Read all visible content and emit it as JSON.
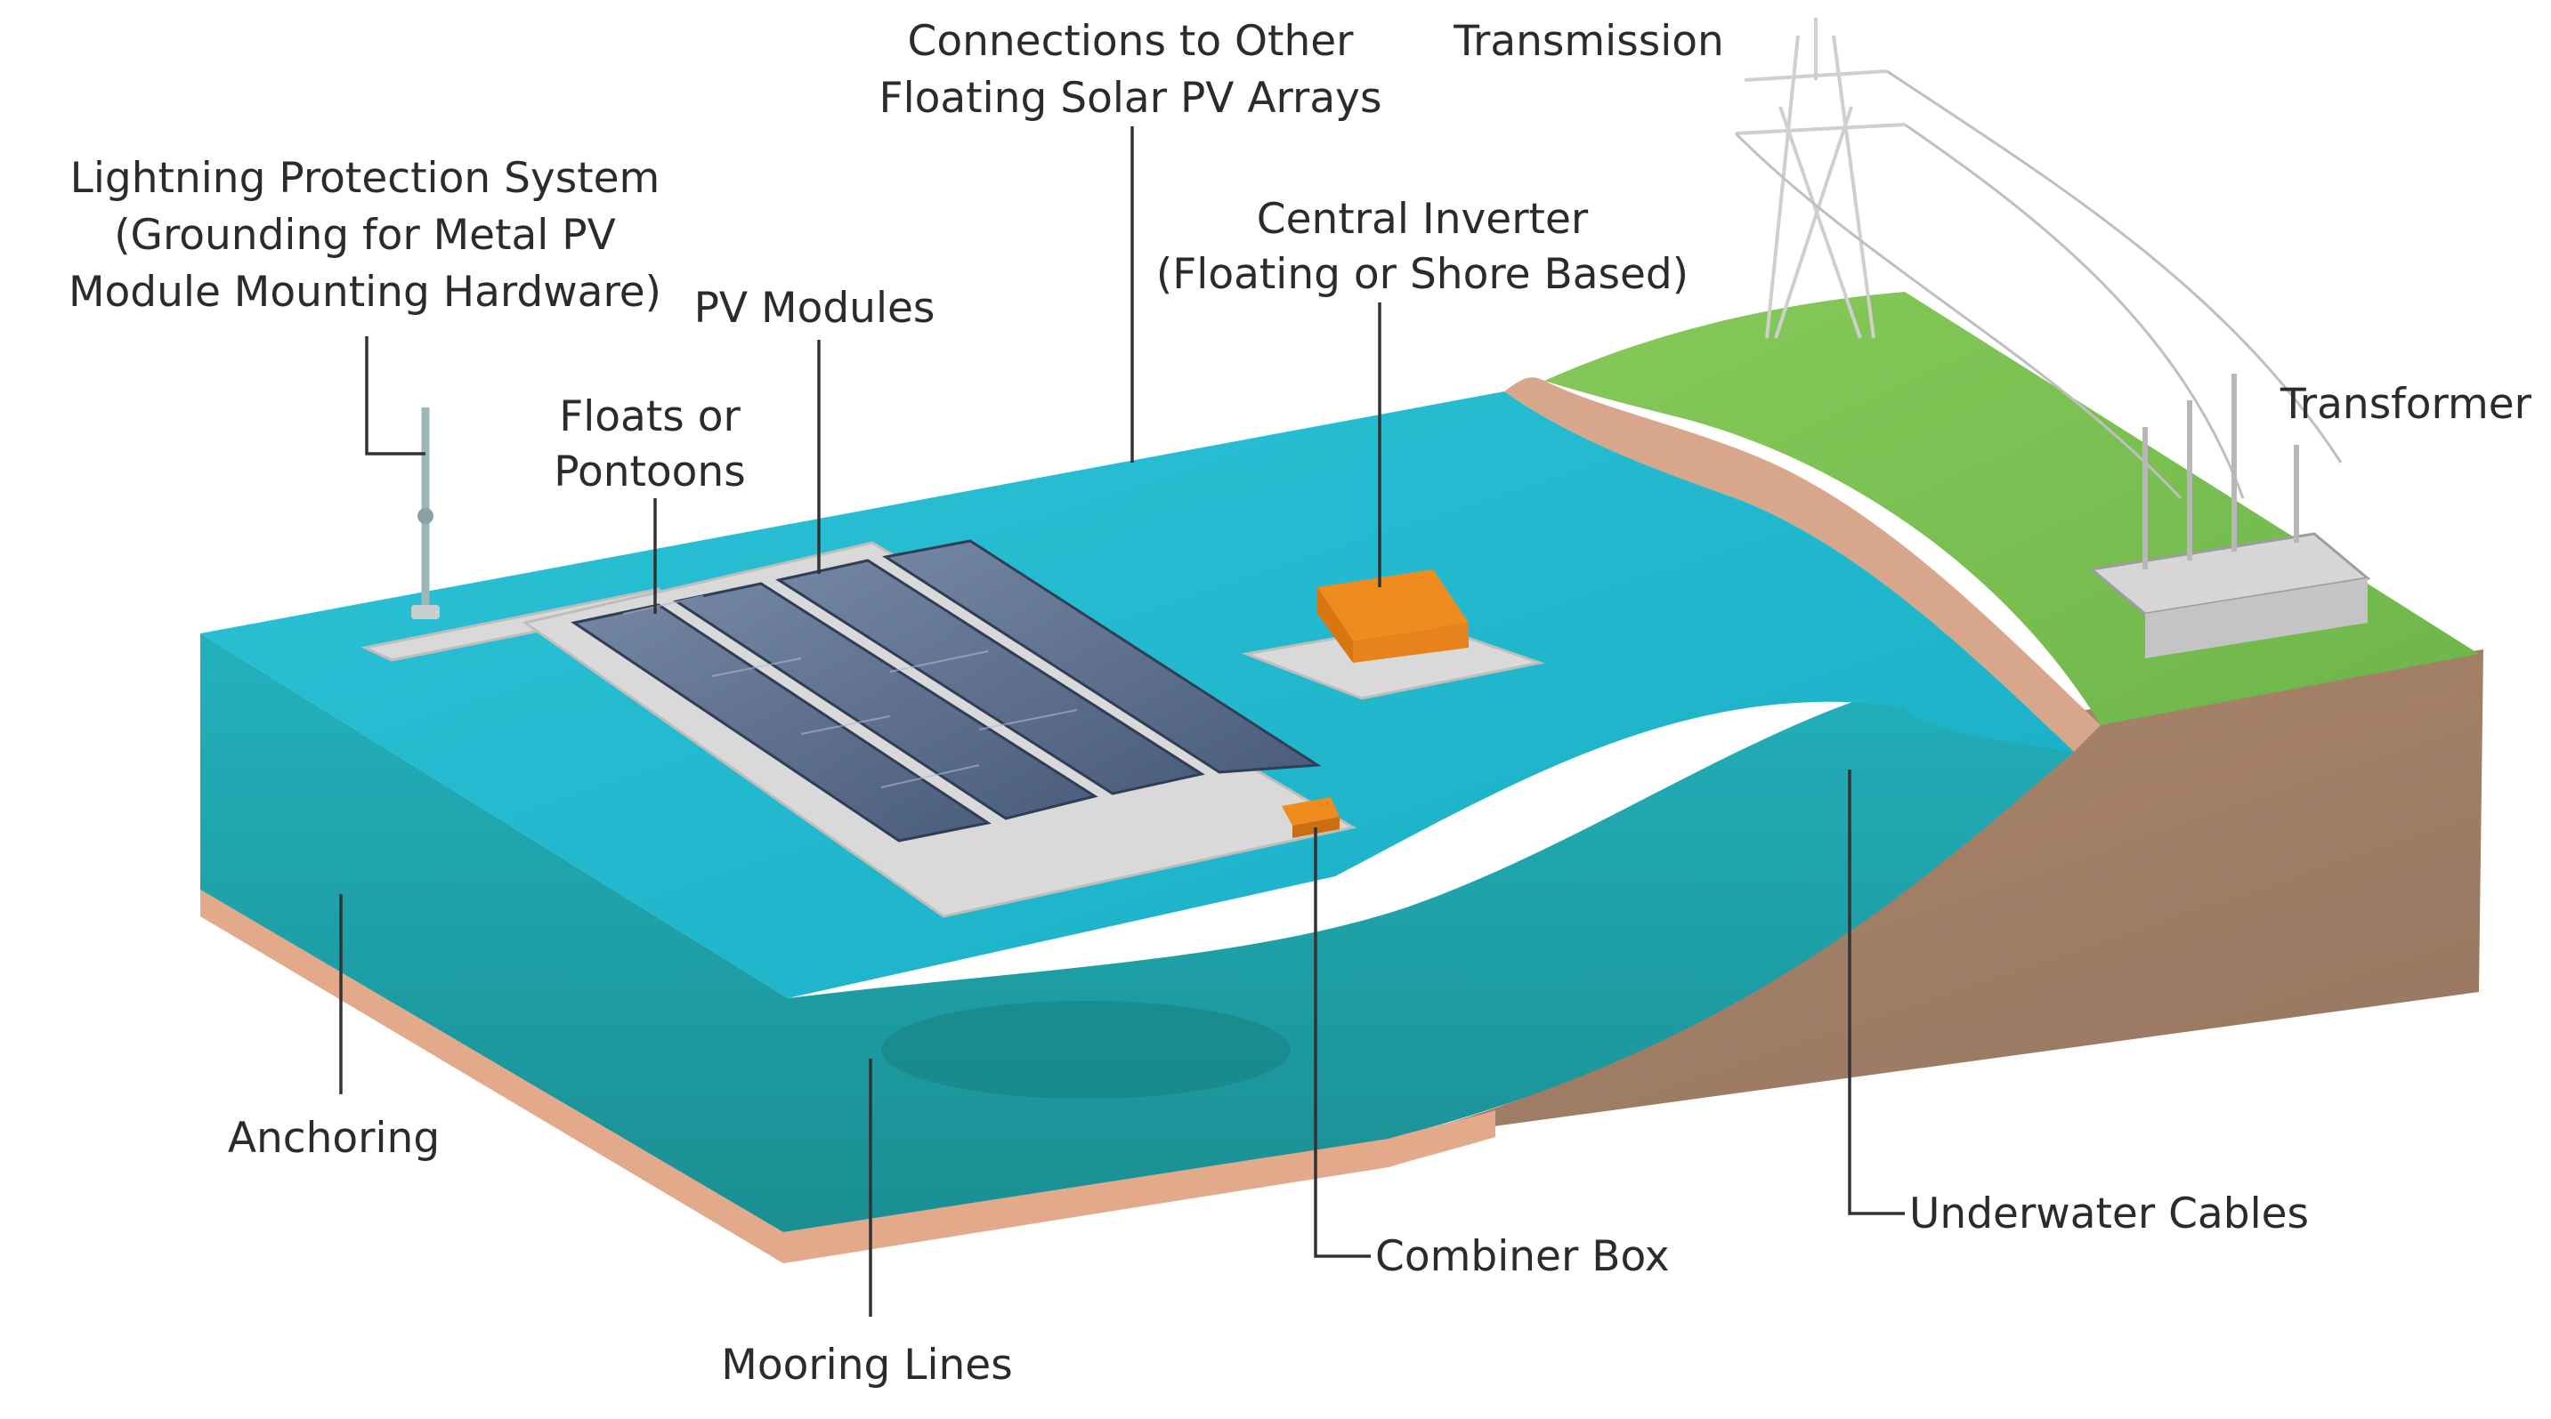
{
  "labels": {
    "lightning_l1": "Lightning Protection System",
    "lightning_l2": "(Grounding for Metal PV",
    "lightning_l3": "Module Mounting Hardware)",
    "pv_modules": "PV Modules",
    "floats_l1": "Floats or",
    "floats_l2": "Pontoons",
    "connections_l1": "Connections to Other",
    "connections_l2": "Floating Solar PV Arrays",
    "transmission": "Transmission",
    "inverter_l1": "Central Inverter",
    "inverter_l2": "(Floating or Shore Based)",
    "transformer": "Transformer",
    "anchoring": "Anchoring",
    "mooring_lines": "Mooring Lines",
    "combiner_box": "Combiner Box",
    "underwater_cables": "Underwater Cables"
  },
  "colors": {
    "water_surface": "#1fb7cf",
    "water_side": "#1e9ea5",
    "lakebed_strip": "#e2a98a",
    "grass": "#7fc454",
    "soil": "#a37f67",
    "bank": "#d8a68a",
    "panel": "#5b6f8f",
    "pontoon": "#dcdcdc",
    "inverter": "#f08c1f",
    "steel": "#d7d7d7"
  }
}
